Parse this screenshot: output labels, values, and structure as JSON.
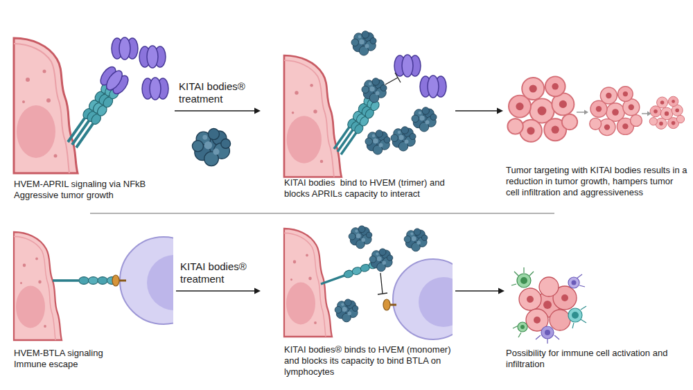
{
  "diagram": {
    "nodes": [
      {
        "text": [
          "HVEM-APRIL signaling via NFkB",
          "Aggressive tumor growth"
        ]
      },
      {
        "text": [
          "KITAI bodies  bind to HVEM (trimer) and blocks APRILs capacity to interact"
        ]
      },
      {
        "text": [
          "Tumor targeting with KITAI bodies results in a reduction in tumor growth, hampers tumor cell infiltration and aggressiveness"
        ]
      },
      {
        "text": [
          "HVEM-BTLA signaling",
          "Immune escape"
        ]
      },
      {
        "text": [
          "KITAI bodies® binds to HVEM (monomer) and blocks its capacity to bind BTLA on lymphocytes"
        ]
      },
      {
        "text": [
          "Possibility for immune cell activation and infiltration"
        ]
      }
    ],
    "edges": [
      {
        "from": 0,
        "to": 1,
        "arrow": "to",
        "label": "KITAI bodies® treatment"
      },
      {
        "from": 1,
        "to": 2,
        "arrow": "to"
      },
      {
        "from": 3,
        "to": 4,
        "arrow": "to",
        "label": "KITAI bodies® treatment"
      },
      {
        "from": 4,
        "to": 5,
        "arrow": "to"
      }
    ]
  }
}
